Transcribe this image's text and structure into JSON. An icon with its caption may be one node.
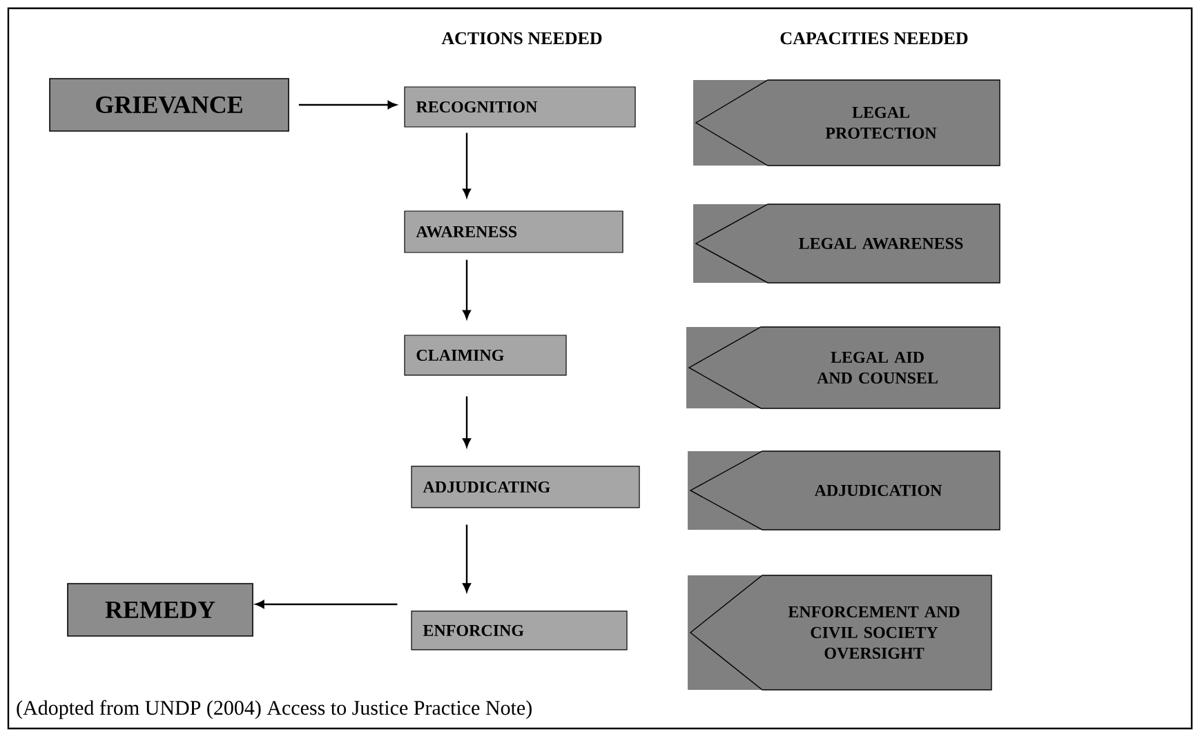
{
  "diagram": {
    "caption": "(Adopted from UNDP (2004) Access to Justice Practice Note)",
    "nodes": [
      {
        "text": [
          "GRIEVANCE"
        ]
      },
      {
        "text": [
          "RECOGNITION"
        ]
      },
      {
        "text": [
          "AWARENESS"
        ]
      },
      {
        "text": [
          "CLAIMING"
        ]
      },
      {
        "text": [
          "ADJUDICATING"
        ]
      },
      {
        "text": [
          "ENFORCING"
        ]
      },
      {
        "text": [
          "REMEDY"
        ]
      },
      {
        "text": [
          "LEGAL PROTECTION"
        ]
      },
      {
        "text": [
          "LEGAL AWARENESS"
        ]
      },
      {
        "text": [
          "LEGAL AID AND COUNSEL"
        ]
      },
      {
        "text": [
          "ADJUDICATION"
        ]
      },
      {
        "text": [
          "ENFORCEMENT AND CIVIL SOCIETY OVERSIGHT"
        ]
      }
    ],
    "edges": [
      {
        "from": 0,
        "to": 1,
        "arrow": "to"
      },
      {
        "from": 1,
        "to": 2,
        "arrow": "to"
      },
      {
        "from": 2,
        "to": 3,
        "arrow": "to"
      },
      {
        "from": 3,
        "to": 4,
        "arrow": "to"
      },
      {
        "from": 4,
        "to": 5,
        "arrow": "to"
      },
      {
        "from": 5,
        "to": 6,
        "arrow": "to"
      }
    ],
    "labels": [
      "ACTIONS NEEDED",
      "CAPACITIES NEEDED"
    ]
  }
}
